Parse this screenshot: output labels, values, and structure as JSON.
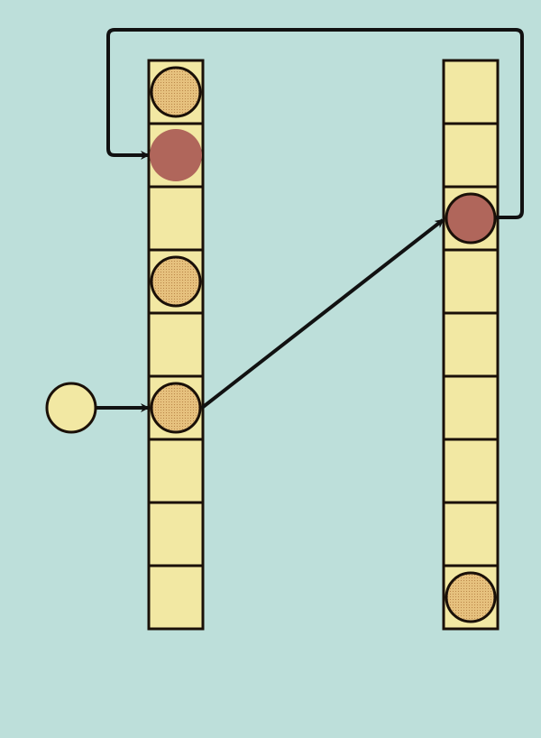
{
  "colors": {
    "background": "#bddfda",
    "cell_fill": "#f2e8a3",
    "outline": "#1a1008",
    "ball_fill": "#e6c17e",
    "ball_dot": "#b07a3c",
    "ball_highlight_fill": "#b0665b",
    "input_ball_fill": "#f2e8a3",
    "arrow": "#111111"
  },
  "left_column": {
    "cells": [
      {
        "ball": "tan"
      },
      {
        "ball": "red-no-outline"
      },
      {
        "ball": "none"
      },
      {
        "ball": "tan"
      },
      {
        "ball": "none"
      },
      {
        "ball": "tan"
      },
      {
        "ball": "none"
      },
      {
        "ball": "none"
      },
      {
        "ball": "none"
      }
    ]
  },
  "right_column": {
    "cells": [
      {
        "ball": "none"
      },
      {
        "ball": "none"
      },
      {
        "ball": "red"
      },
      {
        "ball": "none"
      },
      {
        "ball": "none"
      },
      {
        "ball": "none"
      },
      {
        "ball": "none"
      },
      {
        "ball": "none"
      },
      {
        "ball": "tan"
      }
    ]
  },
  "arrows": [
    {
      "name": "input-arrow",
      "from": "input-ball",
      "to": "left-cell-6"
    },
    {
      "name": "cross-arrow",
      "from": "left-cell-6",
      "to": "right-cell-3"
    },
    {
      "name": "loop-arrow",
      "from": "right-cell-3",
      "to": "left-cell-2"
    }
  ]
}
